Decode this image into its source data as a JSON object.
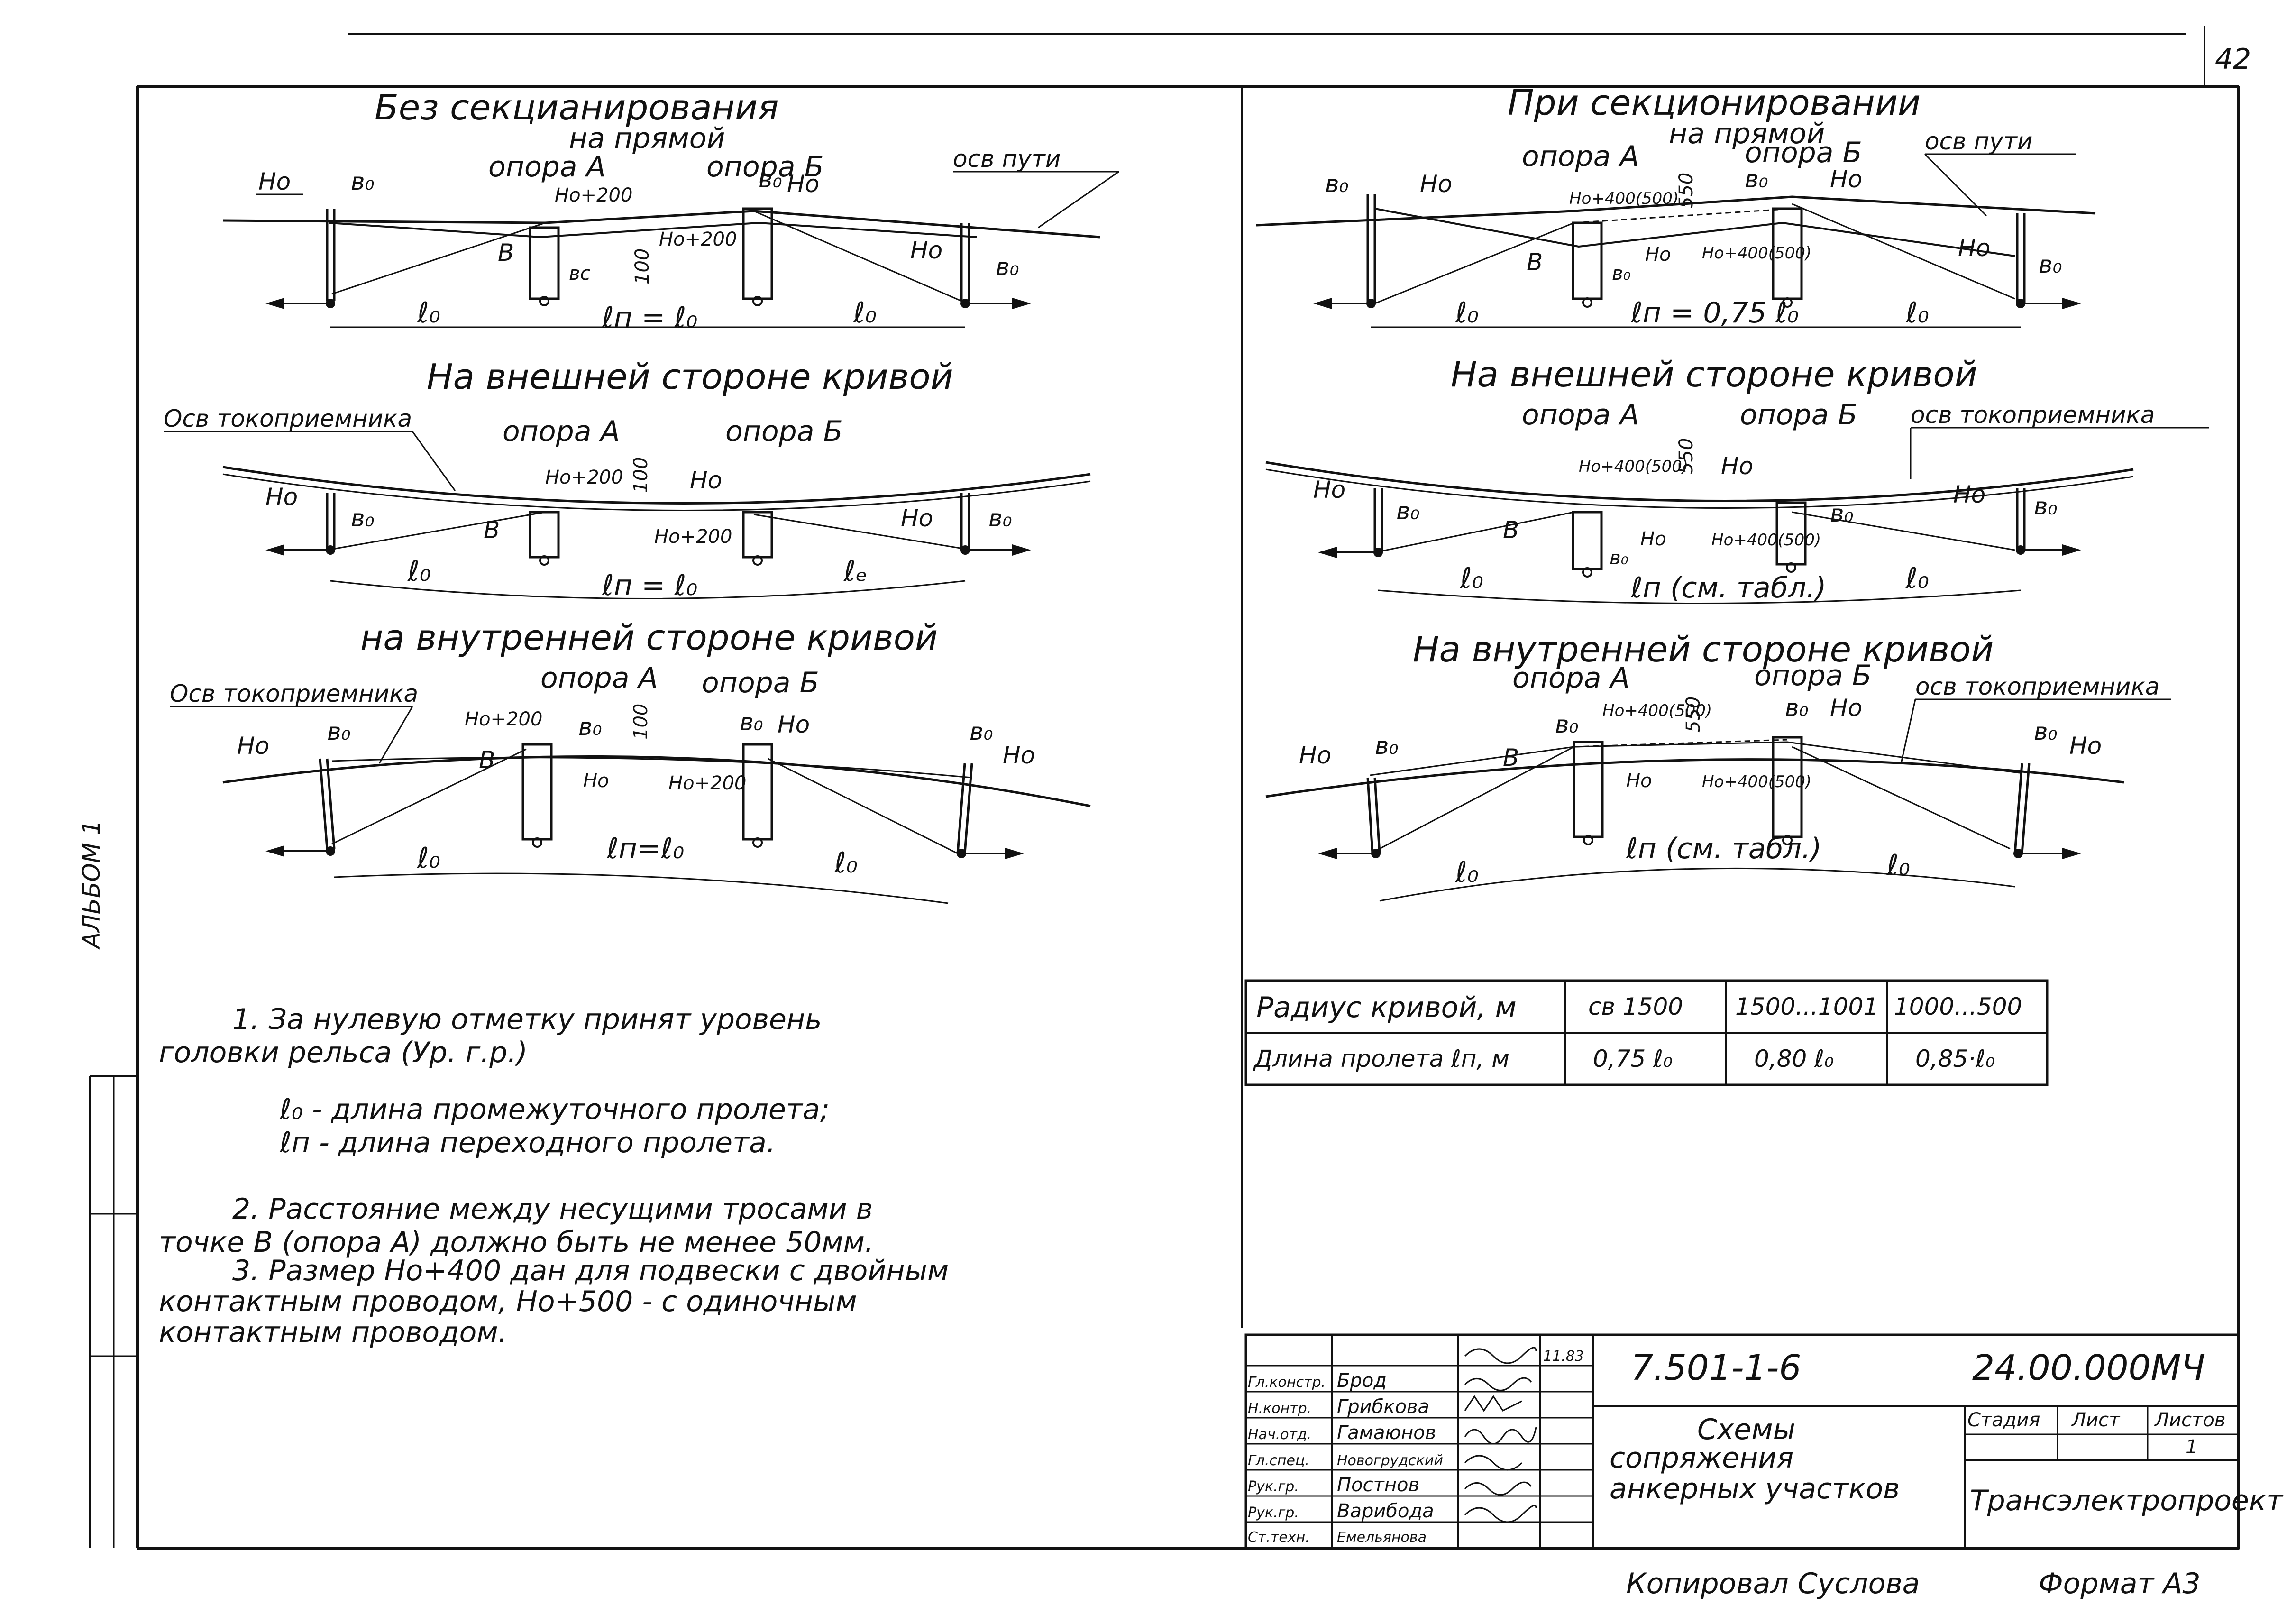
{
  "page_number": "42",
  "side_label": "АЛЬБОМ 1",
  "left": {
    "title": "Без секцианирования",
    "s1": {
      "heading": "на прямой",
      "opora_a": "опора А",
      "opora_b": "опора Б",
      "axis": "осв пути",
      "h0": "Но",
      "b0": "в₀",
      "h200": "Но+200",
      "h200b": "Но+200",
      "bc": "вс",
      "d100": "100",
      "B": "В",
      "l0": "ℓ₀",
      "ln": "ℓп = ℓ₀"
    },
    "s2": {
      "heading": "На внешней стороне кривой",
      "axis": "Осв токоприемника",
      "opora_a": "опора А",
      "opora_b": "опора Б",
      "h0": "Но",
      "b0": "в₀",
      "h200": "Но+200",
      "h200b": "Но+200",
      "d100": "100",
      "B": "В",
      "l0": "ℓ₀",
      "ln": "ℓп = ℓ₀",
      "le": "ℓₑ"
    },
    "s3": {
      "heading": "на внутренней стороне кривой",
      "axis": "Осв токоприемника",
      "opora_a": "опора А",
      "opora_b": "опора Б",
      "h0": "Но",
      "b0": "в₀",
      "h200": "Но+200",
      "h200b": "Но+200",
      "d100": "100",
      "B": "В",
      "l0": "ℓ₀",
      "ln": "ℓп=ℓ₀"
    }
  },
  "right": {
    "title": "При секционировании",
    "s1": {
      "heading": "на прямой",
      "opora_a": "опора А",
      "opora_b": "опора Б",
      "axis": "осв пути",
      "h0": "Но",
      "b0": "в₀",
      "h400": "Но+400(500)",
      "d550": "550",
      "B": "В",
      "l0": "ℓ₀",
      "ln": "ℓп = 0,75 ℓ₀"
    },
    "s2": {
      "heading": "На внешней стороне кривой",
      "opora_a": "опора А",
      "opora_b": "опора Б",
      "axis": "осв токоприемника",
      "h0": "Но",
      "b0": "в₀",
      "h400": "Но+400(500)",
      "d550": "550",
      "B": "В",
      "l0": "ℓ₀",
      "ln": "ℓп (см. табл.)"
    },
    "s3": {
      "heading": "На внутренней стороне кривой",
      "opora_a": "опора А",
      "opora_b": "опора Б",
      "axis": "осв токоприемника",
      "h0": "Но",
      "b0": "в₀",
      "h400": "Но+400(500)",
      "d550": "550",
      "B": "В",
      "l0": "ℓ₀",
      "ln": "ℓп (см. табл.)"
    }
  },
  "table": {
    "row1": [
      "Радиус кривой, м",
      "св 1500",
      "1500...1001",
      "1000...500"
    ],
    "row2": [
      "Длина пролета ℓп, м",
      "0,75 ℓ₀",
      "0,80 ℓ₀",
      "0,85·ℓ₀"
    ]
  },
  "notes": {
    "n1a": "1. За нулевую отметку принят уровень",
    "n1b": "головки рельса (Ур. г.р.)",
    "l0_def": "ℓ₀ - длина промежуточного пролета;",
    "ln_def": "ℓп - длина переходного пролета.",
    "n2a": "2. Расстояние между несущими тросами в",
    "n2b": "точке В (опора А) должно быть не менее 50мм.",
    "n3a": "3. Размер Но+400 дан для подвески с двойным",
    "n3b": "контактным проводом, Но+500 - с одиночным",
    "n3c": "контактным проводом."
  },
  "title_block": {
    "code": "7.501-1-6",
    "doc_no": "24.00.000МЧ",
    "name_1": "Схемы",
    "name_2": "сопряжения",
    "name_3": "анкерных участков",
    "stage": "Стадия",
    "sheet": "Лист",
    "sheets": "Листов",
    "sheets_val": "1",
    "org": "Трансэлектропроект",
    "date": "11.83",
    "roles": [
      {
        "role": "Гл.констр.",
        "name": "Брод"
      },
      {
        "role": "Н.контр.",
        "name": "Грибкова"
      },
      {
        "role": "Нач.отд.",
        "name": "Гамаюнов"
      },
      {
        "role": "Гл.спец.",
        "name": "Новогрудский"
      },
      {
        "role": "Рук.гр.",
        "name": "Постнов"
      },
      {
        "role": "Рук.гр.",
        "name": "Варибода"
      },
      {
        "role": "Ст.техн.",
        "name": "Емельянова"
      }
    ]
  },
  "footer": {
    "copied": "Копировал Суслова",
    "format": "Формат А3"
  }
}
